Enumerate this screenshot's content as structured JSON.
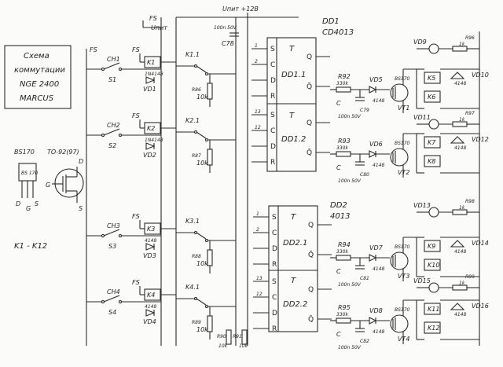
{
  "title_box": {
    "lines": [
      "Схема",
      "коммутации",
      "NGE 2400",
      "MARCUS"
    ]
  },
  "power": {
    "fs_top": "FS",
    "u_pit_left": "Uпит",
    "u_pit_top": "Uпит +12В",
    "fs_left": "FS"
  },
  "ics": {
    "dd1_name": "DD1",
    "dd1_type": "CD4013",
    "dd2_name": "DD2",
    "dd2_type": "4013",
    "dd11": "DD1.1",
    "dd12": "DD1.2",
    "dd21": "DD2.1",
    "dd22": "DD2.2",
    "pin_labels": {
      "T": "T",
      "S": "S",
      "D": "D",
      "C": "C",
      "R": "R",
      "Q": "Q",
      "Qbar": "Q̄"
    }
  },
  "channels": [
    {
      "ch": "CH1",
      "sw": "S1",
      "relay": "K1",
      "diode": "1N4148",
      "vd": "VD1",
      "contact": "K1.1",
      "res": "R86",
      "res_val": "10k"
    },
    {
      "ch": "CH2",
      "sw": "S2",
      "relay": "K2",
      "diode": "1N4148",
      "vd": "VD2",
      "contact": "K2.1",
      "res": "R87",
      "res_val": "10k"
    },
    {
      "ch": "CH3",
      "sw": "S3",
      "relay": "K3",
      "diode": "4148",
      "vd": "VD3",
      "contact": "K3.1",
      "res": "R88",
      "res_val": "10k"
    },
    {
      "ch": "CH4",
      "sw": "S4",
      "relay": "K4",
      "diode": "4148",
      "vd": "VD4",
      "contact": "K4.1",
      "res": "R89",
      "res_val": "10k",
      "res2": "R90",
      "res2_val": "10k",
      "res3": "R91",
      "res3_val": "10k"
    }
  ],
  "outputs": [
    {
      "r": "R92",
      "r_val": "330k",
      "c": "C79",
      "c_val": "100n 50V",
      "vd": "VD5",
      "vd_val": "4148",
      "vt": "VT1",
      "bs": "BS170",
      "led": "VD9",
      "led_r": "R96",
      "led_r_val": "1k",
      "diode": "VD10",
      "diode_val": "4148",
      "k_a": "K5",
      "k_b": "K6"
    },
    {
      "r": "R93",
      "r_val": "330k",
      "c": "C80",
      "c_val": "100n 50V",
      "vd": "VD6",
      "vd_val": "4148",
      "vt": "VT2",
      "bs": "BS170",
      "led": "VD11",
      "led_r": "R97",
      "led_r_val": "1k",
      "diode": "VD12",
      "diode_val": "4148",
      "k_a": "K7",
      "k_b": "K8"
    },
    {
      "r": "R94",
      "r_val": "330k",
      "c": "C81",
      "c_val": "100n 50V",
      "vd": "VD7",
      "vd_val": "4148",
      "vt": "VT3",
      "bs": "BS170",
      "led": "VD13",
      "led_r": "R98",
      "led_r_val": "1k",
      "diode": "VD14",
      "diode_val": "4148",
      "k_a": "K9",
      "k_b": "K10"
    },
    {
      "r": "R95",
      "r_val": "330k",
      "c": "C82",
      "c_val": "100n 50V",
      "vd": "VD8",
      "vd_val": "4148",
      "vt": "VT4",
      "bs": "BS170",
      "led": "VD15",
      "led_r": "R99",
      "led_r_val": "1k",
      "diode": "VD16",
      "diode_val": "4148",
      "k_a": "K11",
      "k_b": "K12"
    }
  ],
  "misc": {
    "c78": "C78",
    "c78_val": "100n 50V",
    "bs170_label": "BS170",
    "to92_label": "TO-92(97)",
    "pin_g": "G",
    "pin_d": "D",
    "pin_s": "S",
    "pkg_top": "BS 170",
    "relays_note": "K1 - K12"
  }
}
